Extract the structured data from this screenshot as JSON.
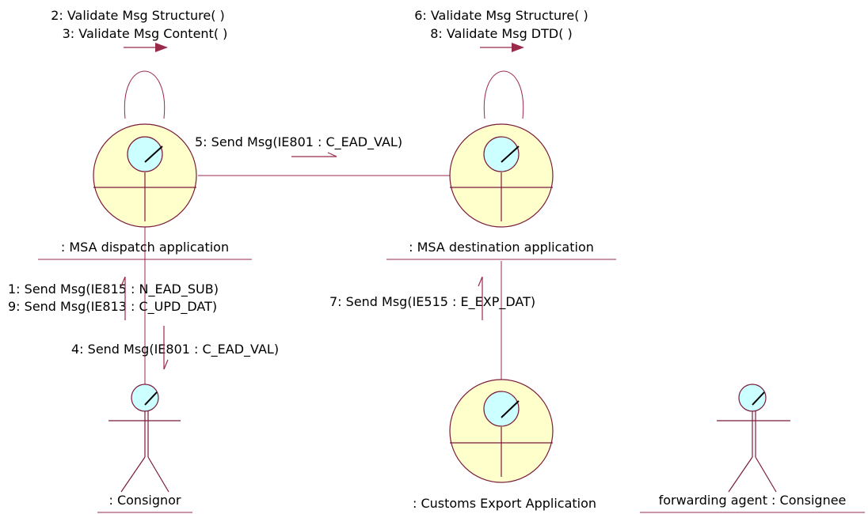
{
  "objects": {
    "dispatch": {
      "label": ": MSA dispatch application"
    },
    "destination": {
      "label": ": MSA destination application"
    },
    "customs": {
      "label": ": Customs Export Application"
    },
    "consignor": {
      "label": ": Consignor"
    },
    "consignee": {
      "label": "forwarding agent : Consignee"
    }
  },
  "messages": {
    "m2": "2: Validate Msg Structure( )",
    "m3": "3: Validate Msg Content( )",
    "m6": "6: Validate Msg Structure( )",
    "m8": "8: Validate Msg DTD( )",
    "m5": "5: Send Msg(IE801 : C_EAD_VAL)",
    "m1": "1: Send Msg(IE815 : N_EAD_SUB)",
    "m9": "9: Send Msg(IE813 : C_UPD_DAT)",
    "m4": "4: Send Msg(IE801 : C_EAD_VAL)",
    "m7": "7: Send Msg(IE515 : E_EXP_DAT)"
  }
}
